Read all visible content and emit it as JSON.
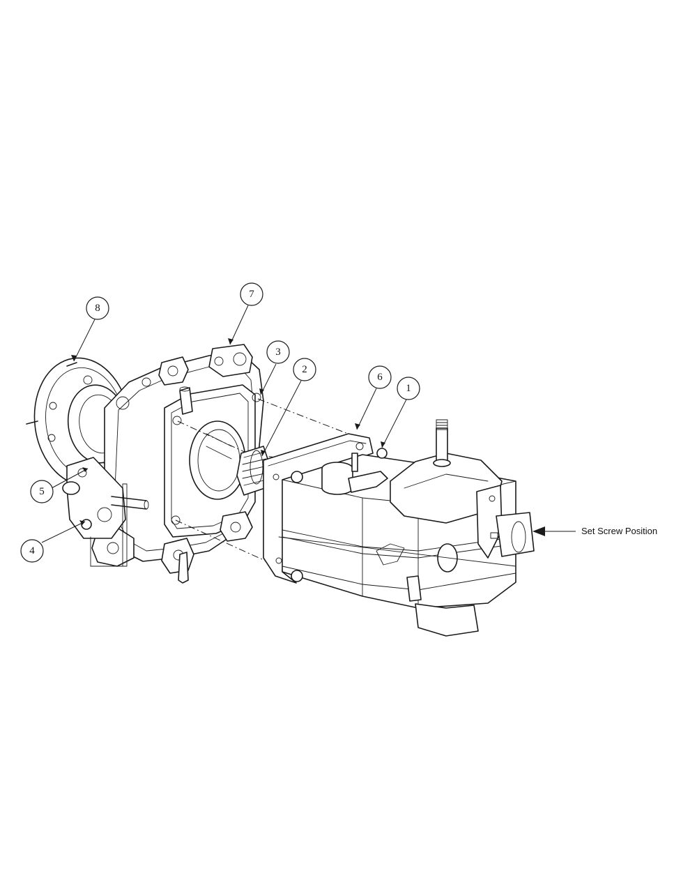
{
  "callouts": [
    {
      "id": "1",
      "label": "1"
    },
    {
      "id": "2",
      "label": "2"
    },
    {
      "id": "3",
      "label": "3"
    },
    {
      "id": "4",
      "label": "4"
    },
    {
      "id": "5",
      "label": "5"
    },
    {
      "id": "6",
      "label": "6"
    },
    {
      "id": "7",
      "label": "7"
    },
    {
      "id": "8",
      "label": "8"
    }
  ],
  "annotation": {
    "set_screw_label": "Set Screw Position"
  },
  "colors": {
    "line": "#1a1a1a",
    "background": "#ffffff"
  }
}
